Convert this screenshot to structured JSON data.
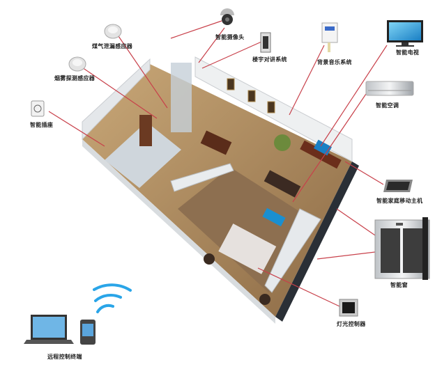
{
  "devices": {
    "gas_sensor": "煤气泄漏感应器",
    "camera": "智能摄像头",
    "intercom": "楼宇对讲系统",
    "music": "背景音乐系统",
    "tv": "智能电视",
    "smoke_sensor": "烟雾探测感应器",
    "ac": "智能空调",
    "socket": "智能插座",
    "mobile_host": "智能家庭移动主机",
    "window": "智能窗",
    "light_controller": "灯光控制器",
    "remote_terminal": "远程控制终端"
  },
  "colors": {
    "line": "#c8404a",
    "floor": "#b9966a",
    "wall": "#e9ecee"
  }
}
